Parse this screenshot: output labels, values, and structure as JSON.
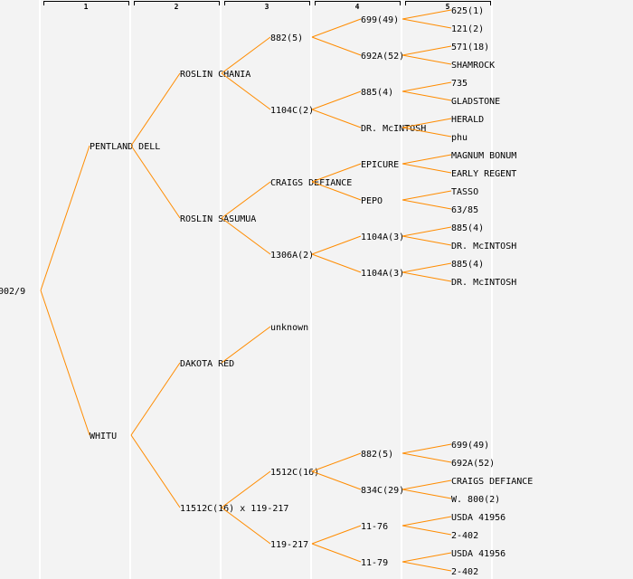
{
  "header": {
    "columns": [
      "1",
      "2",
      "3",
      "4",
      "5"
    ]
  },
  "colors": {
    "line": "#ff8c00",
    "highlight": "#0000ff",
    "text": "#000000",
    "separator": "#ffffff"
  },
  "tree": {
    "label": "002/9",
    "children": [
      {
        "label": "PENTLAND DELL",
        "children": [
          {
            "label": "ROSLIN CHANIA",
            "children": [
              {
                "label": "882(5)",
                "children": [
                  {
                    "label": "699(49)",
                    "children": [
                      {
                        "label": "625(1)"
                      },
                      {
                        "label": "121(2)"
                      }
                    ]
                  },
                  {
                    "label": "692A(52)",
                    "children": [
                      {
                        "label": "571(18)"
                      },
                      {
                        "label": "SHAMROCK"
                      }
                    ]
                  }
                ]
              },
              {
                "label": "1104C(2)",
                "children": [
                  {
                    "label": "885(4)",
                    "children": [
                      {
                        "label": "735"
                      },
                      {
                        "label": "GLADSTONE"
                      }
                    ]
                  },
                  {
                    "label": "DR. McINTOSH",
                    "children": [
                      {
                        "label": "HERALD"
                      },
                      {
                        "label": "phu"
                      }
                    ]
                  }
                ]
              }
            ]
          },
          {
            "label": "ROSLIN SASUMUA",
            "children": [
              {
                "label": "CRAIGS DEFIANCE",
                "children": [
                  {
                    "label": "EPICURE",
                    "children": [
                      {
                        "label": "MAGNUM BONUM"
                      },
                      {
                        "label": "EARLY REGENT"
                      }
                    ]
                  },
                  {
                    "label": "PEPO",
                    "highlight": true,
                    "children": [
                      {
                        "label": "TASSO"
                      },
                      {
                        "label": "63/85"
                      }
                    ]
                  }
                ]
              },
              {
                "label": "1306A(2)",
                "children": [
                  {
                    "label": "1104A(3)",
                    "children": [
                      {
                        "label": "885(4)"
                      },
                      {
                        "label": "DR. McINTOSH"
                      }
                    ]
                  },
                  {
                    "label": "1104A(3)",
                    "children": [
                      {
                        "label": "885(4)"
                      },
                      {
                        "label": "DR. McINTOSH"
                      }
                    ]
                  }
                ]
              }
            ]
          }
        ]
      },
      {
        "label": "WHITU",
        "children": [
          {
            "label": "DAKOTA RED",
            "children": [
              {
                "label": "unknown"
              },
              null
            ]
          },
          {
            "label": "11512C(16) x 119-217",
            "children": [
              {
                "label": "1512C(16)",
                "children": [
                  {
                    "label": "882(5)",
                    "children": [
                      {
                        "label": "699(49)"
                      },
                      {
                        "label": "692A(52)"
                      }
                    ]
                  },
                  {
                    "label": "834C(29)",
                    "children": [
                      {
                        "label": "CRAIGS DEFIANCE"
                      },
                      {
                        "label": "W. 800(2)"
                      }
                    ]
                  }
                ]
              },
              {
                "label": "119-217",
                "children": [
                  {
                    "label": "11-76",
                    "children": [
                      {
                        "label": "USDA 41956"
                      },
                      {
                        "label": "2-402"
                      }
                    ]
                  },
                  {
                    "label": "11-79",
                    "children": [
                      {
                        "label": "USDA 41956"
                      },
                      {
                        "label": "2-402"
                      }
                    ]
                  }
                ]
              }
            ]
          }
        ]
      }
    ]
  }
}
